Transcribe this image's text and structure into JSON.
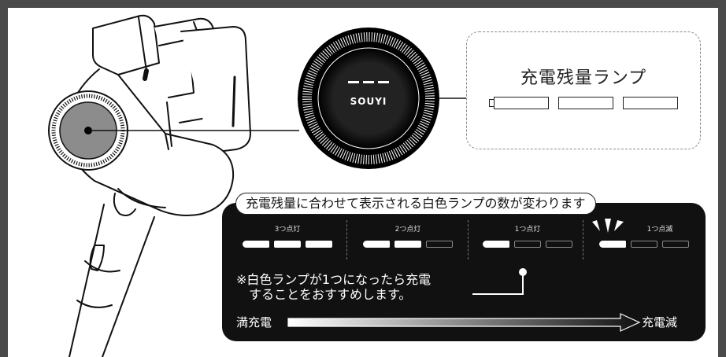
{
  "logo_text": "SOUYI",
  "callout": {
    "title": "充電残量ランプ",
    "lamps": [
      "cell",
      "cell",
      "cell"
    ]
  },
  "panel": {
    "title": "充電残量に合わせて表示される白色ランプの数が変わります",
    "groups": [
      {
        "label": "3つ点灯",
        "lit": 3
      },
      {
        "label": "2つ点灯",
        "lit": 2
      },
      {
        "label": "1つ点灯",
        "lit": 1
      },
      {
        "label": "1つ点滅",
        "lit": 1
      }
    ],
    "note_line1": "※白色ランプが1つになったら充電",
    "note_line2": "　することをおすすめします。",
    "scale_full": "満充電",
    "scale_low": "充電減"
  }
}
